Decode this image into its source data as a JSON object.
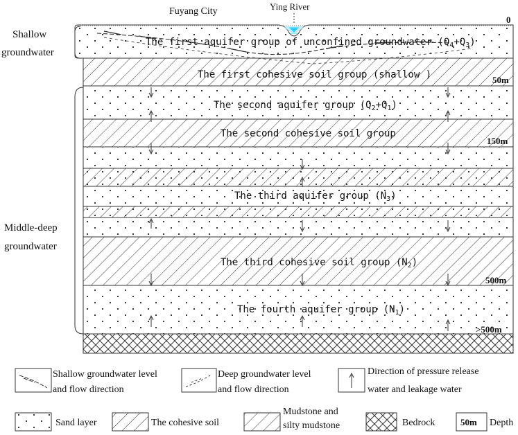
{
  "header": {
    "city": "Fuyang City",
    "river": "Ying River"
  },
  "side_labels": {
    "shallow_line1": "Shallow",
    "shallow_line2": "groundwater",
    "middle_line1": "Middle-deep",
    "middle_line2": "groundwater"
  },
  "depth_labels": {
    "d0": "0",
    "d50": "50m",
    "d150": "150m",
    "d500": "500m",
    "dgt500": ">500m"
  },
  "layers": {
    "aquifer1": {
      "prefix": "The first aquifer group of unconfined groundwater (Q",
      "sub_a": "4",
      "mid": "+Q",
      "sub_b": "3",
      "suffix": ")"
    },
    "cohesive1": "The first cohesive soil group (shallow )",
    "aquifer2": {
      "prefix": "The second aquifer group (Q",
      "sub_a": "2",
      "mid": "+Q",
      "sub_b": "1",
      "suffix": ")"
    },
    "cohesive2": "The second cohesive soil group",
    "aquifer3": {
      "prefix": "The third aquifer group (N",
      "sub_a": "3",
      "suffix": ")"
    },
    "cohesive3": {
      "prefix": "The third cohesive soil group (N",
      "sub_a": "2",
      "suffix": ")"
    },
    "aquifer4": {
      "prefix": "The fourth aquifer group (N",
      "sub_a": "1",
      "suffix": ")"
    }
  },
  "legend": {
    "shallow_level_1": "Shallow groundwater level",
    "shallow_level_2": "and flow direction",
    "deep_level_1": "Deep groundwater level",
    "deep_level_2": "and flow direction",
    "pressure_1": "Direction of pressure release",
    "pressure_2": "water and leakage water",
    "sand": "Sand layer",
    "cohesive": "The cohesive soil",
    "mudstone_1": "Mudstone and",
    "mudstone_2": "silty mudstone",
    "bedrock": "Bedrock",
    "depth_box": "50m",
    "depth": "Depth"
  }
}
